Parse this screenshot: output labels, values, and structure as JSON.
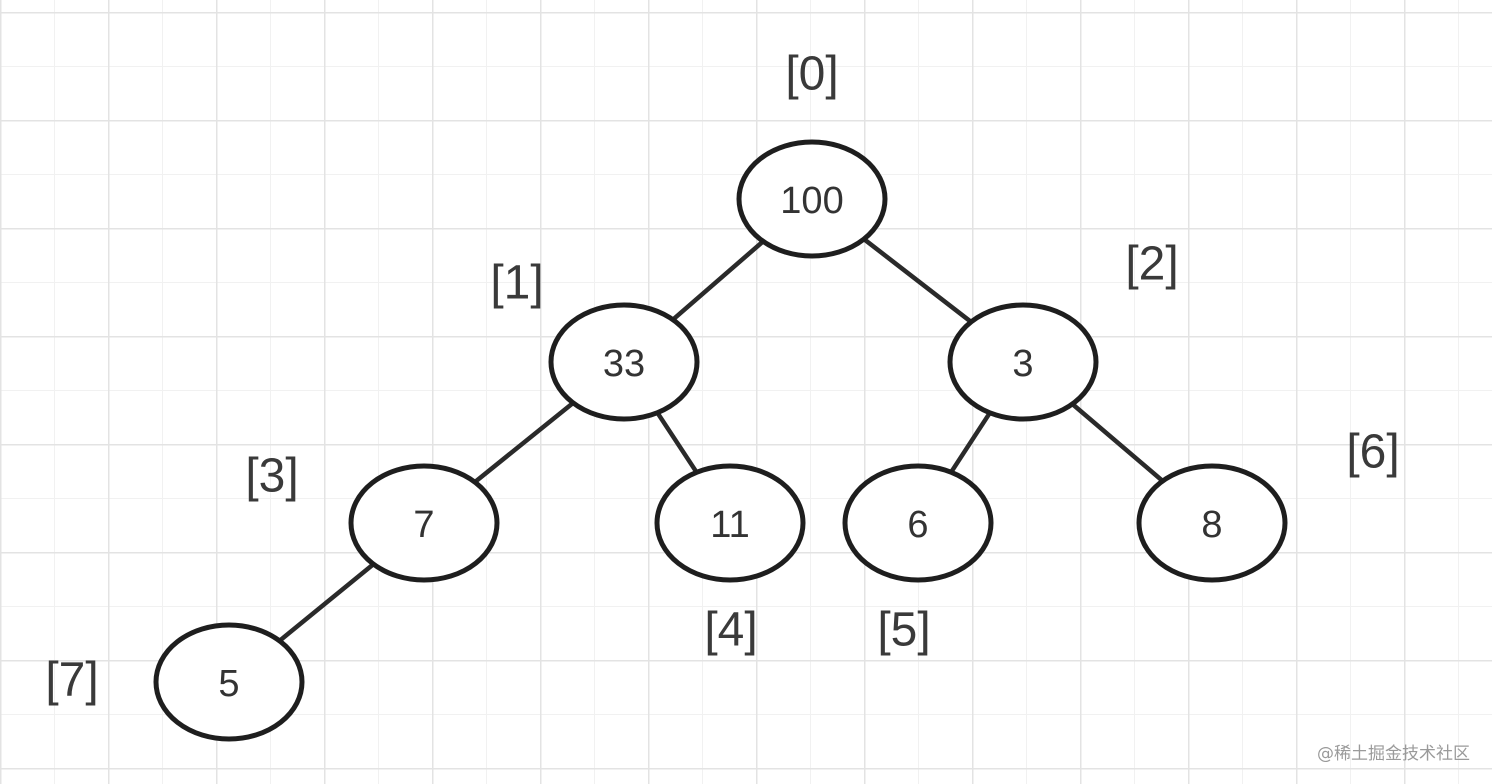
{
  "nodes": [
    {
      "index": 0,
      "value": "100",
      "label": "[0]"
    },
    {
      "index": 1,
      "value": "33",
      "label": "[1]"
    },
    {
      "index": 2,
      "value": "3",
      "label": "[2]"
    },
    {
      "index": 3,
      "value": "7",
      "label": "[3]"
    },
    {
      "index": 4,
      "value": "11",
      "label": "[4]"
    },
    {
      "index": 5,
      "value": "6",
      "label": "[5]"
    },
    {
      "index": 6,
      "value": "8",
      "label": "[6]"
    },
    {
      "index": 7,
      "value": "5",
      "label": "[7]"
    }
  ],
  "edges": [
    [
      0,
      1
    ],
    [
      0,
      2
    ],
    [
      1,
      3
    ],
    [
      1,
      4
    ],
    [
      2,
      5
    ],
    [
      2,
      6
    ],
    [
      3,
      7
    ]
  ],
  "watermark": "@稀土掘金技术社区"
}
